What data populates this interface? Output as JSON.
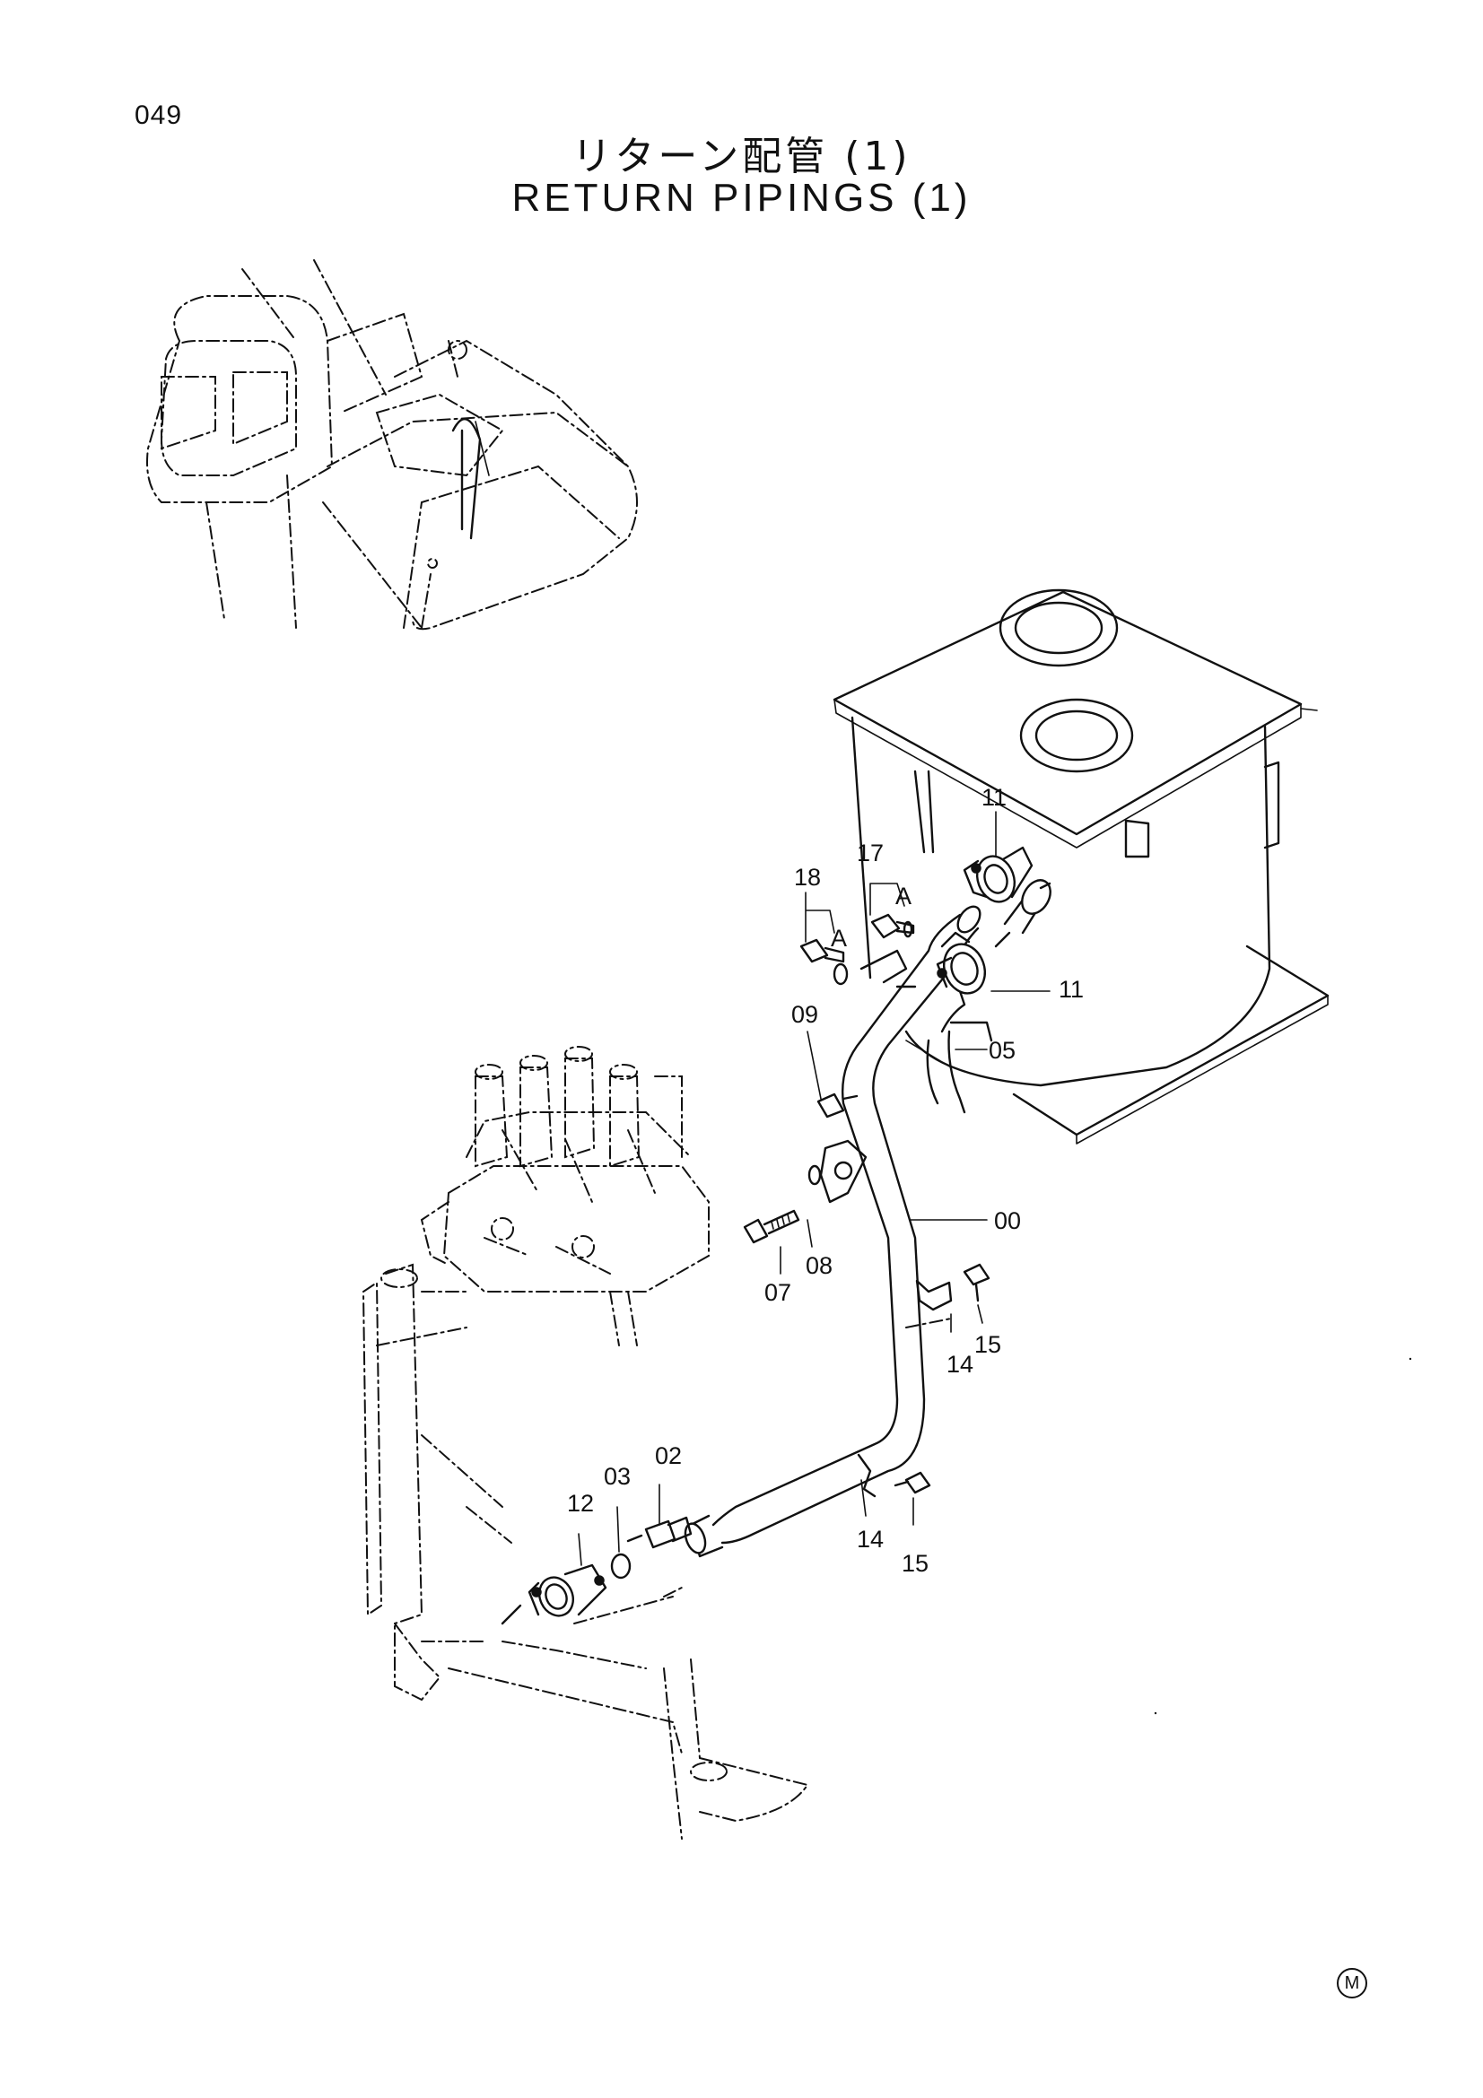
{
  "page_number": "049",
  "title_japanese": "リターン配管 (1)",
  "title_english": "RETURN PIPINGS (1)",
  "footer_mark": "M",
  "callouts": {
    "c00": "00",
    "c02": "02",
    "c03": "03",
    "c05": "05",
    "c07": "07",
    "c08": "08",
    "c09": "09",
    "c11a": "11",
    "c11b": "11",
    "c12": "12",
    "c14a": "14",
    "c14b": "14",
    "c15a": "15",
    "c15b": "15",
    "c17": "17",
    "c18": "18",
    "refA1": "A",
    "refA2": "A"
  }
}
